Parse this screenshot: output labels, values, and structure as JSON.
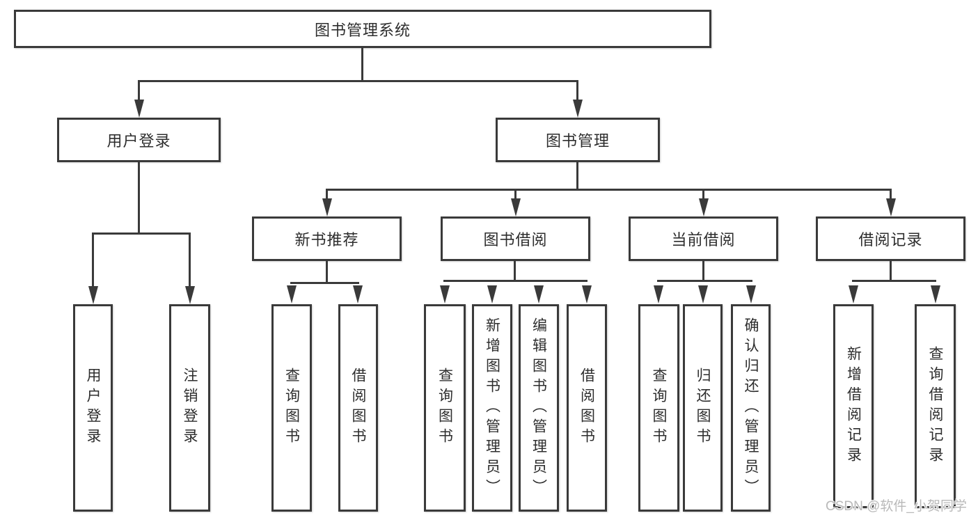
{
  "diagram_title": "图书管理系统",
  "nodes": {
    "root": "图书管理系统",
    "l2": [
      "用户登录",
      "图书管理"
    ],
    "l3": [
      "新书推荐",
      "图书借阅",
      "当前借阅",
      "借阅记录"
    ],
    "leaves": {
      "userLogin": [
        "用户登录",
        "注销登录"
      ],
      "newBookRec": [
        "查询图书",
        "借阅图书"
      ],
      "bookBorrow": [
        "查询图书",
        "新增图书（管理员）",
        "编辑图书（管理员）",
        "借阅图书"
      ],
      "currentBorrow": [
        "查询图书",
        "归还图书",
        "确认归还（管理员）"
      ],
      "borrowRecords": [
        "新增借阅记录",
        "查询借阅记录"
      ]
    }
  },
  "watermark": {
    "text": "CSDN @软件_小贺同学"
  },
  "colors": {
    "line": "#3a3a3a",
    "text": "#2d2d2d",
    "background": "#ffffff",
    "watermark": "#b9b9b9"
  }
}
